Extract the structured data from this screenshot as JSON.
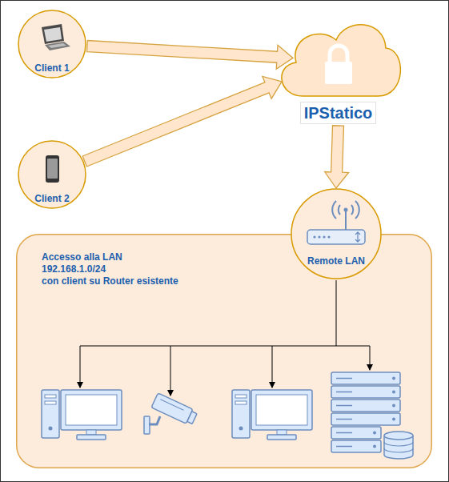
{
  "diagram": {
    "nodes": [
      {
        "text": [
          "Client 1"
        ]
      },
      {
        "text": [
          "Client 2"
        ]
      },
      {
        "text": [
          "IPStatico"
        ]
      },
      {
        "text": [
          "Accesso alla LAN 192.168.1.0/24 con client su Router esistente"
        ]
      },
      {
        "text": [
          "Remote LAN"
        ]
      }
    ],
    "edges": [
      {
        "from": 0,
        "to": 2,
        "arrow": "to"
      },
      {
        "from": 1,
        "to": 2,
        "arrow": "to"
      },
      {
        "from": 2,
        "to": 4,
        "arrow": "to"
      }
    ]
  }
}
